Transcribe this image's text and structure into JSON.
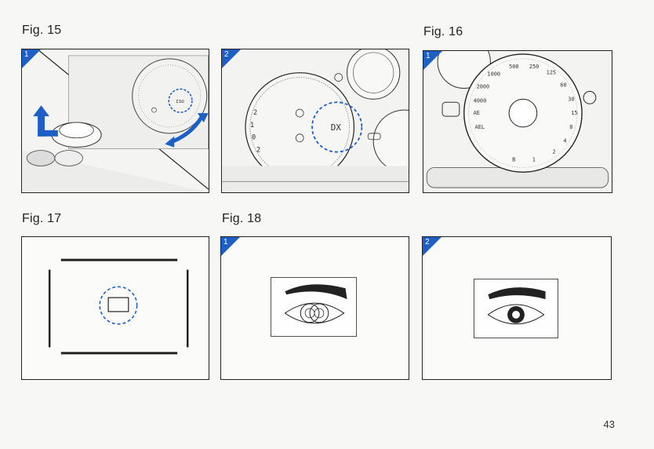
{
  "figures": {
    "fig15": {
      "label": "Fig. 15",
      "panels": [
        {
          "number": "1"
        },
        {
          "number": "2"
        }
      ]
    },
    "fig16": {
      "label": "Fig. 16",
      "panels": [
        {
          "number": "1"
        }
      ]
    },
    "fig17": {
      "label": "Fig. 17"
    },
    "fig18": {
      "label": "Fig. 18",
      "panels": [
        {
          "number": "1"
        },
        {
          "number": "2"
        }
      ]
    }
  },
  "dial_markings": {
    "fig15_dx": "DX",
    "fig15_iso_left": [
      "2",
      "1",
      "0",
      "2"
    ],
    "fig16_speeds": [
      "2000",
      "1000",
      "500",
      "250",
      "125",
      "60",
      "30",
      "15",
      "8",
      "4",
      "2",
      "1",
      "B"
    ],
    "fig16_modes": [
      "4000",
      "AE",
      "AEL"
    ]
  },
  "page": {
    "number": "43"
  },
  "colors": {
    "accent": "#1d5fc4",
    "line": "#222222",
    "paper": "#f7f7f5"
  }
}
